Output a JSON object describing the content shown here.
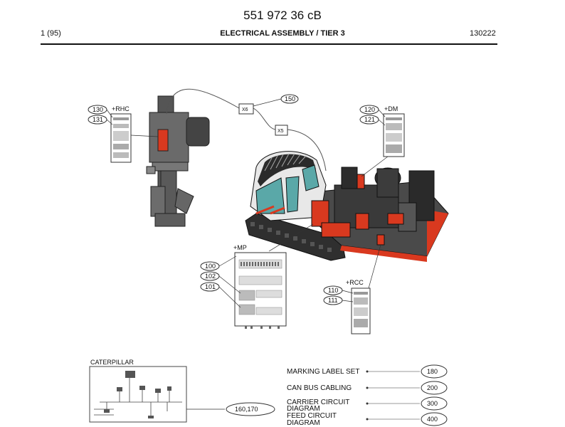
{
  "header": {
    "doc_number": "551 972 36 cB",
    "page": "1 (95)",
    "title": "ELECTRICAL ASSEMBLY / TIER 3",
    "date": "130222"
  },
  "callouts": {
    "c130": "130",
    "c131": "131",
    "rhc": "+RHC",
    "c150": "150",
    "x6": "X6",
    "x5": "X5",
    "c120": "120",
    "c121": "121",
    "dm": "+DM",
    "mp": "+MP",
    "c100": "100",
    "c102": "102",
    "c101": "101",
    "rcc": "+RCC",
    "c110": "110",
    "c111": "111"
  },
  "caterpillar": {
    "label": "CATERPILLAR",
    "ref": "160,170"
  },
  "legend": [
    {
      "label": "MARKING LABEL SET",
      "ref": "180"
    },
    {
      "label": "CAN BUS CABLING",
      "ref": "200"
    },
    {
      "label_line1": "CARRIER CIRCUIT",
      "label_line2": "DIAGRAM",
      "ref": "300"
    },
    {
      "label_line1": "FEED CIRCUIT",
      "label_line2": "DIAGRAM",
      "ref": "400"
    }
  ],
  "colors": {
    "highlight_red": "#d9391f",
    "machine_gray": "#3a3a3a",
    "cab_teal": "#5aa8a8"
  }
}
